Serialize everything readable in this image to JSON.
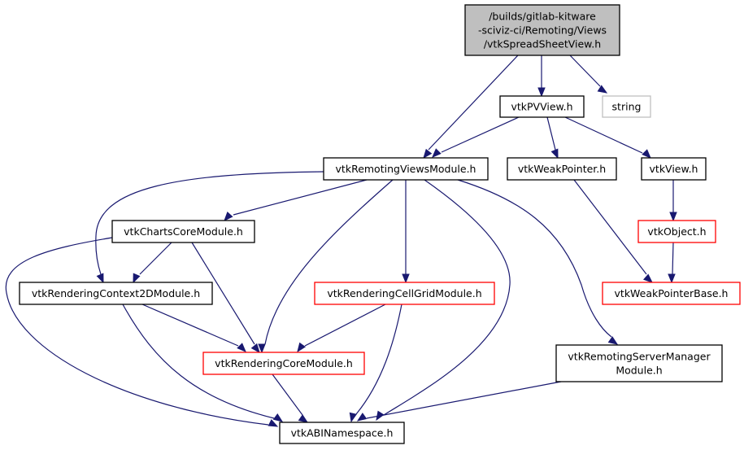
{
  "diagram": {
    "type": "include-dependency-graph",
    "colors": {
      "edge": "#191970",
      "root_fill": "#bfbfbf",
      "root_border": "#000000",
      "normal_border": "#000000",
      "truncated_border": "#ff0000",
      "external_border": "#bfbfbf"
    },
    "nodes": [
      {
        "id": "root",
        "lines": [
          "/builds/gitlab-kitware",
          "-sciviz-ci/Remoting/Views",
          "/vtkSpreadSheetView.h"
        ],
        "style": "root"
      },
      {
        "id": "pvview",
        "lines": [
          "vtkPVView.h"
        ],
        "style": "normal"
      },
      {
        "id": "string",
        "lines": [
          "string"
        ],
        "style": "external"
      },
      {
        "id": "remviews",
        "lines": [
          "vtkRemotingViewsModule.h"
        ],
        "style": "normal"
      },
      {
        "id": "weakptr",
        "lines": [
          "vtkWeakPointer.h"
        ],
        "style": "normal"
      },
      {
        "id": "view",
        "lines": [
          "vtkView.h"
        ],
        "style": "normal"
      },
      {
        "id": "charts",
        "lines": [
          "vtkChartsCoreModule.h"
        ],
        "style": "normal"
      },
      {
        "id": "object",
        "lines": [
          "vtkObject.h"
        ],
        "style": "truncated"
      },
      {
        "id": "ctx2d",
        "lines": [
          "vtkRenderingContext2DModule.h"
        ],
        "style": "normal"
      },
      {
        "id": "cellgrid",
        "lines": [
          "vtkRenderingCellGridModule.h"
        ],
        "style": "truncated"
      },
      {
        "id": "weakbase",
        "lines": [
          "vtkWeakPointerBase.h"
        ],
        "style": "truncated"
      },
      {
        "id": "rcore",
        "lines": [
          "vtkRenderingCoreModule.h"
        ],
        "style": "truncated"
      },
      {
        "id": "remsm",
        "lines": [
          "vtkRemotingServerManager",
          "Module.h"
        ],
        "style": "normal"
      },
      {
        "id": "abi",
        "lines": [
          "vtkABINamespace.h"
        ],
        "style": "normal"
      }
    ],
    "edges": [
      {
        "from": "root",
        "to": "remviews"
      },
      {
        "from": "root",
        "to": "pvview"
      },
      {
        "from": "root",
        "to": "string"
      },
      {
        "from": "pvview",
        "to": "remviews"
      },
      {
        "from": "pvview",
        "to": "weakptr"
      },
      {
        "from": "pvview",
        "to": "view"
      },
      {
        "from": "remviews",
        "to": "charts"
      },
      {
        "from": "remviews",
        "to": "ctx2d"
      },
      {
        "from": "remviews",
        "to": "rcore"
      },
      {
        "from": "remviews",
        "to": "cellgrid"
      },
      {
        "from": "remviews",
        "to": "abi"
      },
      {
        "from": "remviews",
        "to": "remsm"
      },
      {
        "from": "weakptr",
        "to": "weakbase"
      },
      {
        "from": "view",
        "to": "object"
      },
      {
        "from": "object",
        "to": "weakbase"
      },
      {
        "from": "charts",
        "to": "ctx2d"
      },
      {
        "from": "charts",
        "to": "rcore"
      },
      {
        "from": "charts",
        "to": "abi"
      },
      {
        "from": "ctx2d",
        "to": "rcore"
      },
      {
        "from": "ctx2d",
        "to": "abi"
      },
      {
        "from": "cellgrid",
        "to": "rcore"
      },
      {
        "from": "cellgrid",
        "to": "abi"
      },
      {
        "from": "rcore",
        "to": "abi"
      },
      {
        "from": "remsm",
        "to": "abi"
      }
    ]
  }
}
